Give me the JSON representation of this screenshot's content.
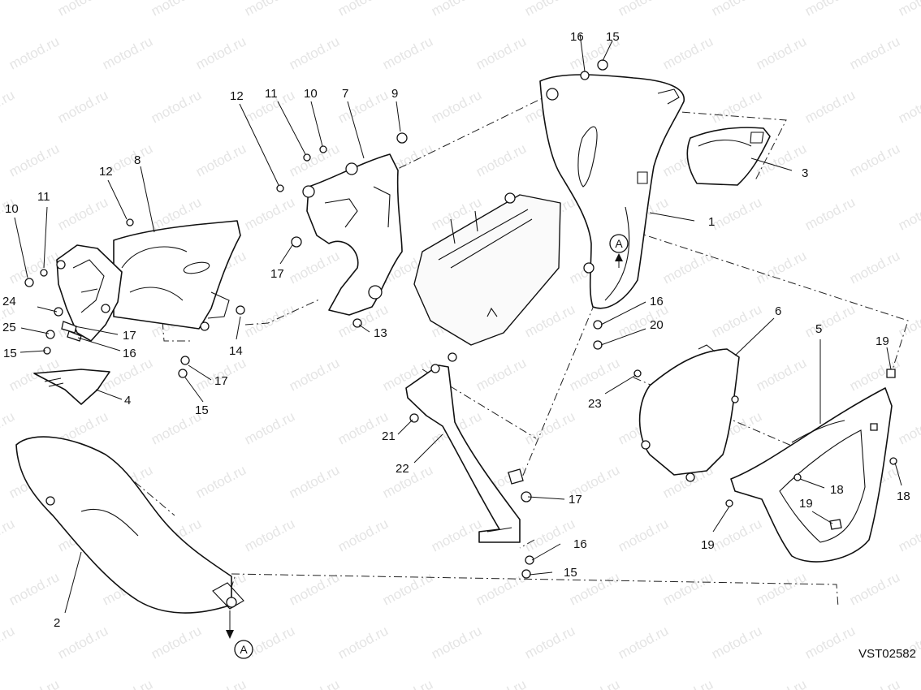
{
  "watermark": "motod.ru",
  "drawing_code": "VST02582",
  "reference_marker": "A",
  "callouts": {
    "c1": "1",
    "c2": "2",
    "c3": "3",
    "c4": "4",
    "c5": "5",
    "c6": "6",
    "c7": "7",
    "c8": "8",
    "c9": "9",
    "c10": "10",
    "c11": "11",
    "c12": "12",
    "c13": "13",
    "c14": "14",
    "c15": "15",
    "c16": "16",
    "c17": "17",
    "c18": "18",
    "c19": "19",
    "c20": "20",
    "c21": "21",
    "c22": "22",
    "c23": "23",
    "c24": "24",
    "c25": "25"
  }
}
